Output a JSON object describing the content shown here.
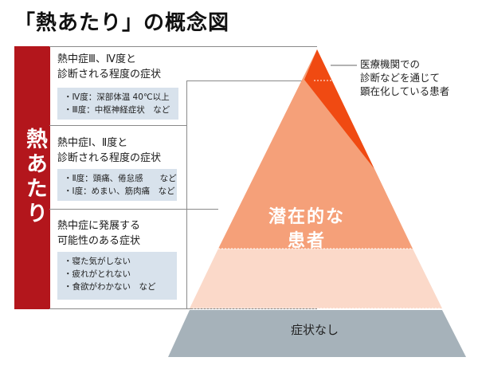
{
  "title": "「熱あたり」の概念図",
  "side_label": "熱あたり",
  "sections": [
    {
      "title_lines": [
        "熱中症Ⅲ、Ⅳ度と",
        "診断される程度の症状"
      ],
      "box_lines": [
        "・Ⅳ度：深部体温 40℃以上",
        "・Ⅲ度：中枢神経症状　など"
      ]
    },
    {
      "title_lines": [
        "熱中症Ⅰ、Ⅱ度と",
        "診断される程度の症状"
      ],
      "box_lines": [
        "・Ⅱ度：頭痛、倦怠感　　など",
        "・Ⅰ度：めまい、筋肉痛　など"
      ]
    },
    {
      "title_lines": [
        "熱中症に発展する",
        "可能性のある症状"
      ],
      "box_lines": [
        "・寝た気がしない",
        "・疲れがとれない",
        "・食欲がわかない　など"
      ]
    }
  ],
  "callout_lines": [
    "医療機関での",
    "診断などを通じて",
    "顕在化している患者"
  ],
  "latent_lines": [
    "潜在的な",
    "患者"
  ],
  "no_symptom_label": "症状なし",
  "colors": {
    "red_bar": "#b3161c",
    "diagnosed": "#f04a12",
    "upper": "#f5a079",
    "middle": "#fbd9c9",
    "no_symptoms": "#a6b2ba",
    "box": "#d8e2ec"
  }
}
